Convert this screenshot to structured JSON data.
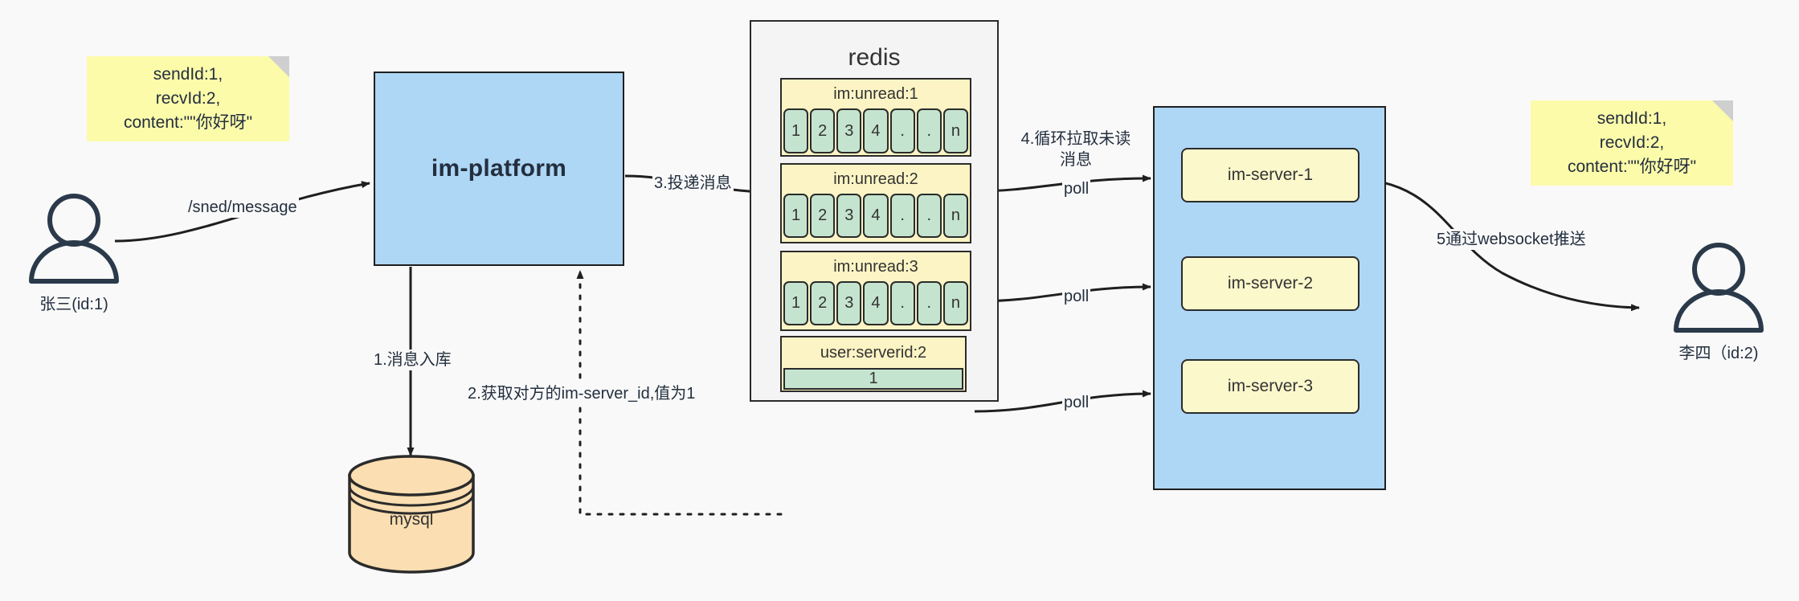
{
  "diagram": {
    "title": "IM message delivery architecture",
    "colors": {
      "note_yellow": "#fcfbaa",
      "box_blue": "#aed6f5",
      "key_yellow": "#fcf4c4",
      "cell_green": "#c5e4cf",
      "db_orange": "#fbdeb1",
      "stroke": "#2b2b2b",
      "canvas": "#f9f9f9"
    }
  },
  "notes": {
    "left": "sendId:1,\nrecvId:2,\ncontent:\"\"你好呀\"",
    "right": "sendId:1,\nrecvId:2,\ncontent:\"\"你好呀\""
  },
  "actors": {
    "sender": {
      "label": "张三(id:1)",
      "icon": "user-icon"
    },
    "receiver": {
      "label": "李四（id:2)",
      "icon": "user-icon"
    }
  },
  "platform": {
    "label": "im-platform"
  },
  "database": {
    "label": "mysql",
    "icon": "database-cylinder-icon"
  },
  "redis": {
    "title": "redis",
    "key_groups": [
      {
        "key": "im:unread:1",
        "cells": [
          "1",
          "2",
          "3",
          "4",
          ".",
          ".",
          "n"
        ]
      },
      {
        "key": "im:unread:2",
        "cells": [
          "1",
          "2",
          "3",
          "4",
          ".",
          ".",
          "n"
        ]
      },
      {
        "key": "im:unread:3",
        "cells": [
          "1",
          "2",
          "3",
          "4",
          ".",
          ".",
          "n"
        ]
      }
    ],
    "kv": {
      "key": "user:serverid:2",
      "value": "1"
    }
  },
  "servers": {
    "items": [
      {
        "label": "im-server-1"
      },
      {
        "label": "im-server-2"
      },
      {
        "label": "im-server-3"
      }
    ]
  },
  "edges": {
    "send_message": "/sned/message",
    "step1": "1.消息入库",
    "step2": "2.获取对方的im-server_id,值为1",
    "step3": "3.投递消息",
    "step4": "4.循环拉取未读消息",
    "step5": "5通过websocket推送",
    "poll1": "poll",
    "poll2": "poll",
    "poll3": "poll"
  }
}
